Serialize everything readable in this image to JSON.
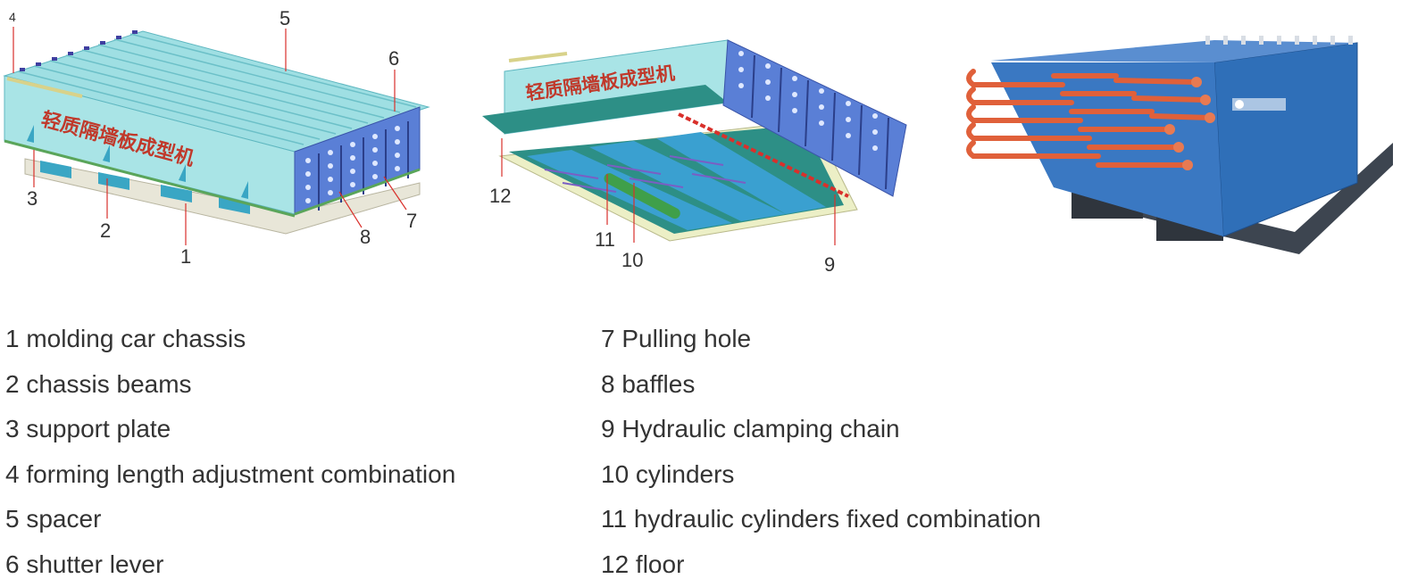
{
  "figure1": {
    "machine_text": "轻质隔墙板成型机",
    "callouts": [
      "1",
      "2",
      "3",
      "4",
      "5",
      "6",
      "7",
      "8"
    ]
  },
  "figure2": {
    "machine_text": "轻质隔墙板成型机",
    "callouts": [
      "9",
      "10",
      "11",
      "12"
    ]
  },
  "figure3": {
    "logo": "new-material-logo"
  },
  "legend": {
    "left": [
      "1 molding car chassis",
      "2 chassis beams",
      "3 support plate",
      "4 forming length adjustment combination",
      "5 spacer",
      "6 shutter lever"
    ],
    "right": [
      "7 Pulling hole",
      "8 baffles",
      "9 Hydraulic clamping chain",
      "10 cylinders",
      "11 hydraulic cylinders fixed combination",
      "12 floor"
    ]
  },
  "colors": {
    "machine_body": "#a9e4e6",
    "machine_edge": "#5fb7c0",
    "baffle_blue": "#3f5fc6",
    "chassis": "#e8e6d8",
    "leader_red": "#d9302b",
    "photo_blue": "#2f6fb8",
    "pipe_orange": "#e0603a"
  }
}
